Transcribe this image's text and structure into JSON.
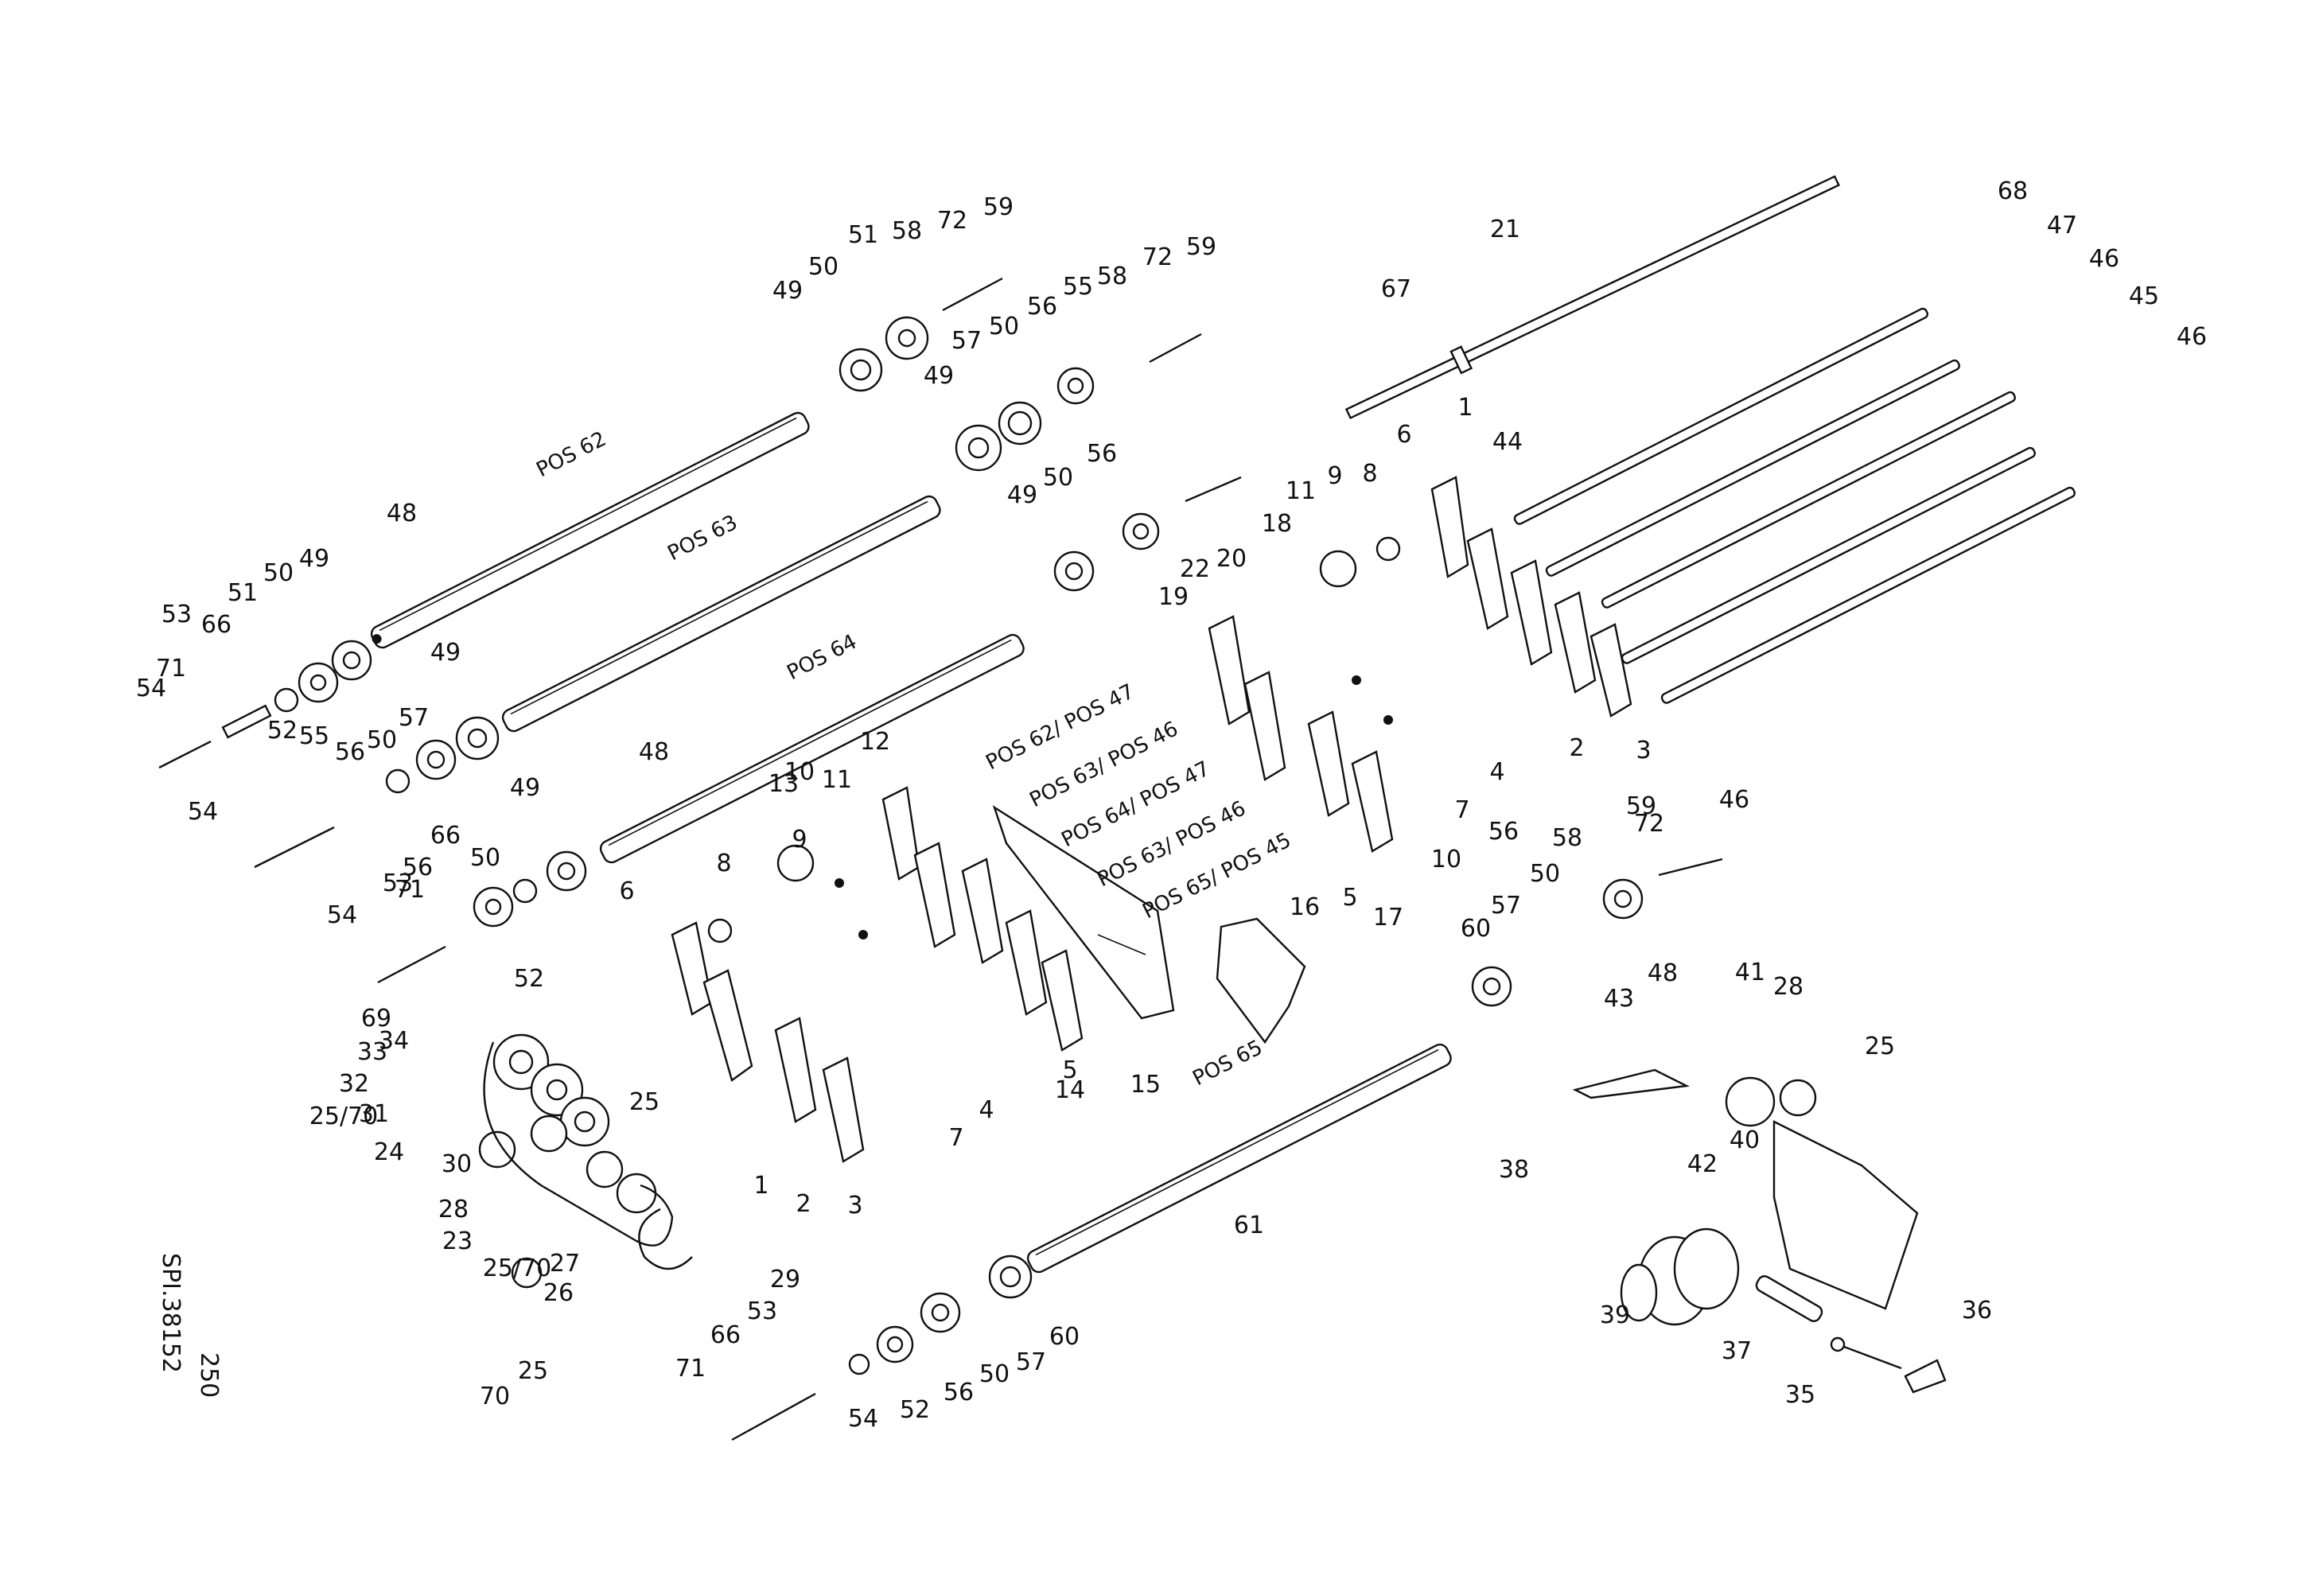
{
  "sheet": {
    "code": "SPI.38152",
    "number": "250"
  },
  "shafts": [
    {
      "id": "pos62",
      "label": "POS 62"
    },
    {
      "id": "pos63",
      "label": "POS 63"
    },
    {
      "id": "pos64",
      "label": "POS 64"
    },
    {
      "id": "pos65",
      "label": "POS 65"
    }
  ],
  "position_map": [
    "POS 62/ POS 47",
    "POS 63/ POS 46",
    "POS 64/ POS 47",
    "POS 63/ POS 46",
    "POS 65/ POS 45"
  ],
  "callouts": [
    "59",
    "72",
    "58",
    "51",
    "50",
    "49",
    "59",
    "72",
    "58",
    "55",
    "56",
    "50",
    "57",
    "49",
    "53",
    "66",
    "71",
    "54",
    "51",
    "50",
    "49",
    "52",
    "55",
    "56",
    "50",
    "57",
    "49",
    "48",
    "56",
    "50",
    "49",
    "54",
    "66",
    "71",
    "53",
    "54",
    "56",
    "50",
    "49",
    "52",
    "48",
    "10",
    "11",
    "12",
    "13",
    "9",
    "8",
    "6",
    "1",
    "2",
    "3",
    "4",
    "7",
    "5",
    "14",
    "15",
    "22",
    "19",
    "20",
    "18",
    "11",
    "9",
    "8",
    "6",
    "1",
    "44",
    "2",
    "3",
    "4",
    "7",
    "10",
    "5",
    "17",
    "16",
    "21",
    "67",
    "68",
    "47",
    "46",
    "45",
    "46",
    "46",
    "59",
    "72",
    "58",
    "56",
    "50",
    "57",
    "60",
    "61",
    "48",
    "43",
    "41",
    "28",
    "25",
    "38",
    "42",
    "40",
    "39",
    "37",
    "36",
    "35",
    "69",
    "33",
    "34",
    "32",
    "25/70",
    "31",
    "25",
    "24",
    "28",
    "30",
    "23",
    "25/70",
    "26",
    "27",
    "25",
    "70",
    "29",
    "53",
    "66",
    "71",
    "54",
    "52",
    "56",
    "50",
    "57",
    "60",
    "61"
  ]
}
